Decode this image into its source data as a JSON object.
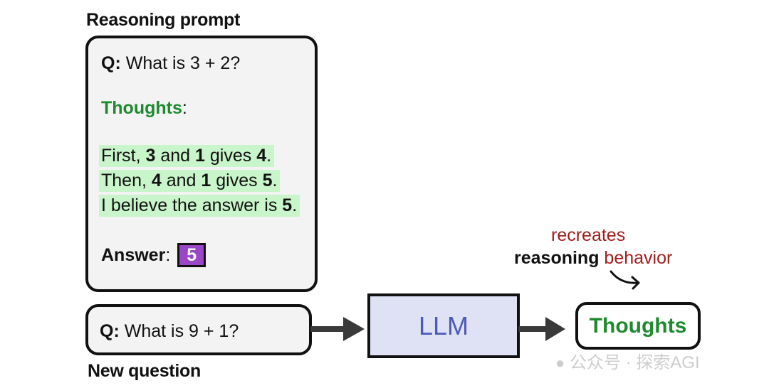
{
  "reasoning_prompt": {
    "heading": "Reasoning prompt",
    "q_label": "Q:",
    "q_text": " What is 3 + 2?",
    "thoughts_label": "Thoughts",
    "thoughts_colon": ":",
    "line1": {
      "a": "First, ",
      "b": "3",
      "c": " and ",
      "d": "1",
      "e": " gives ",
      "f": "4",
      "g": "."
    },
    "line2": {
      "a": "Then, ",
      "b": "4",
      "c": " and ",
      "d": "1",
      "e": " gives ",
      "f": "5",
      "g": "."
    },
    "line3": {
      "a": "I believe the answer is ",
      "b": "5",
      "c": "."
    },
    "answer_label": "Answer",
    "answer_colon": ":",
    "answer_value": "5"
  },
  "new_question": {
    "heading": "New question",
    "q_label": "Q:",
    "q_text": " What is 9 + 1?"
  },
  "llm": {
    "label": "LLM"
  },
  "output": {
    "label": "Thoughts"
  },
  "annotation": {
    "line1": "recreates",
    "line2_a": "reasoning ",
    "line2_b": "behavior"
  },
  "watermark": {
    "text": "公众号 · 探索AGI"
  },
  "colors": {
    "green": "#1e8a2e",
    "highlight": "#c9f5cb",
    "purple": "#9b45c9",
    "llm_fill": "#dfe2f5",
    "llm_text": "#4c5bb6",
    "red": "#a01d1d"
  }
}
